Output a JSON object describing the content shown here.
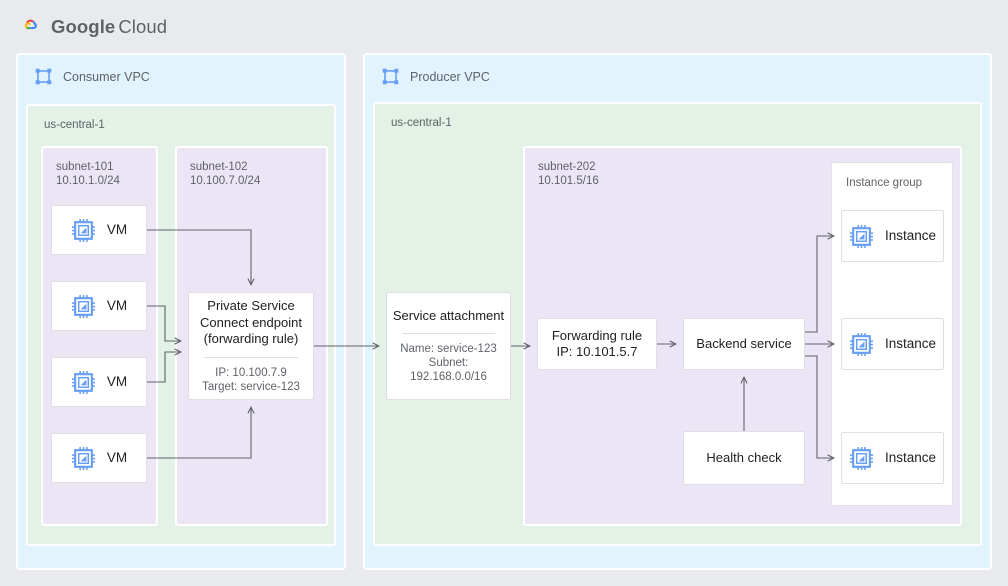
{
  "header": {
    "logo_icon": "google-cloud-logo-icon",
    "brand_primary": "Google",
    "brand_secondary": "Cloud"
  },
  "colors": {
    "page_background": "#e8eaed",
    "vpc_fill": "#e1f3fd",
    "region_fill": "#e3f1e7",
    "subnet_fill": "#ece5f6",
    "node_fill": "#ffffff",
    "node_border": "#e0dee3",
    "connector": "#5f6368",
    "text_primary": "#202124",
    "text_secondary": "#5f6368",
    "icon_blue": "#669df6",
    "logo_red": "#ea4335",
    "logo_yellow": "#fbbc05",
    "logo_blue": "#4285f4",
    "logo_green": "#34a853"
  },
  "consumer": {
    "vpc_title": "Consumer VPC",
    "vpc_icon": "vpc-network-icon",
    "region": "us-central-1",
    "subnets": [
      {
        "name": "subnet-101",
        "cidr": "10.10.1.0/24"
      },
      {
        "name": "subnet-102",
        "cidr": "10.100.7.0/24"
      }
    ],
    "vms": [
      {
        "label": "VM",
        "icon": "compute-vm-icon"
      },
      {
        "label": "VM",
        "icon": "compute-vm-icon"
      },
      {
        "label": "VM",
        "icon": "compute-vm-icon"
      },
      {
        "label": "VM",
        "icon": "compute-vm-icon"
      }
    ],
    "psc_endpoint": {
      "title": "Private Service\nConnect endpoint\n(forwarding rule)",
      "details": "IP: 10.100.7.9\nTarget: service-123"
    }
  },
  "producer": {
    "vpc_title": "Producer VPC",
    "vpc_icon": "vpc-network-icon",
    "region": "us-central-1",
    "subnet": {
      "name": "subnet-202",
      "cidr": "10.101.5/16"
    },
    "service_attachment": {
      "title": "Service attachment",
      "details": "Name: service-123\nSubnet:\n192.168.0.0/16"
    },
    "forwarding_rule": {
      "title": "Forwarding rule\nIP: 10.101.5.7"
    },
    "backend_service": {
      "title": "Backend service"
    },
    "health_check": {
      "title": "Health check"
    },
    "instance_group": {
      "label": "Instance group",
      "instances": [
        {
          "label": "Instance",
          "icon": "compute-instance-icon"
        },
        {
          "label": "Instance",
          "icon": "compute-instance-icon"
        },
        {
          "label": "Instance",
          "icon": "compute-instance-icon"
        }
      ]
    }
  }
}
